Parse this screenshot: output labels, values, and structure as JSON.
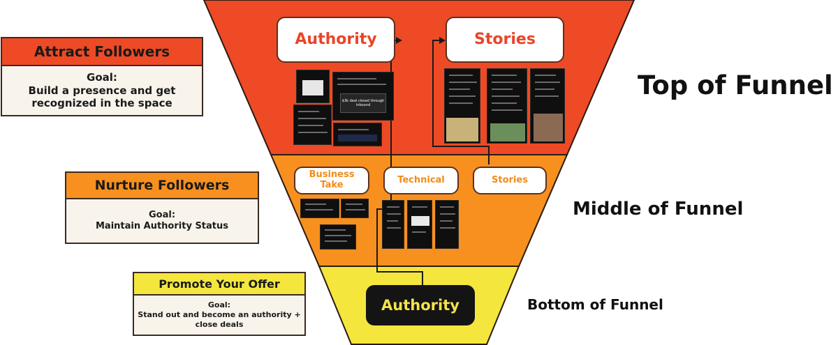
{
  "colors": {
    "top": "#ee4a25",
    "middle": "#f7901e",
    "bottom": "#f5e63e",
    "top_text": "#e8452a",
    "middle_text": "#f08c1a",
    "dark_text": "#f5e24c",
    "connector": "#1a1a1a"
  },
  "goals": [
    {
      "title": "Attract Followers",
      "goal_label": "Goal:",
      "goal_lines": [
        "Build a presence and get",
        "recognized in the space"
      ]
    },
    {
      "title": "Nurture Followers",
      "goal_label": "Goal:",
      "goal_lines": [
        "Maintain Authority Status"
      ]
    },
    {
      "title": "Promote Your Offer",
      "goal_label": "Goal:",
      "goal_lines": [
        "Stand out and become an authority +",
        "close deals"
      ]
    }
  ],
  "funnel": {
    "top": {
      "label": "Top of Funnel",
      "boxes": [
        "Authority",
        "Stories"
      ]
    },
    "middle": {
      "label": "Middle of Funnel",
      "boxes": [
        "Business Take",
        "Technical",
        "Stories"
      ]
    },
    "bottom": {
      "label": "Bottom of Funnel",
      "boxes": [
        "Authority"
      ]
    }
  },
  "screenshots": {
    "deal_banner": "$3k deal closed through inbound"
  }
}
